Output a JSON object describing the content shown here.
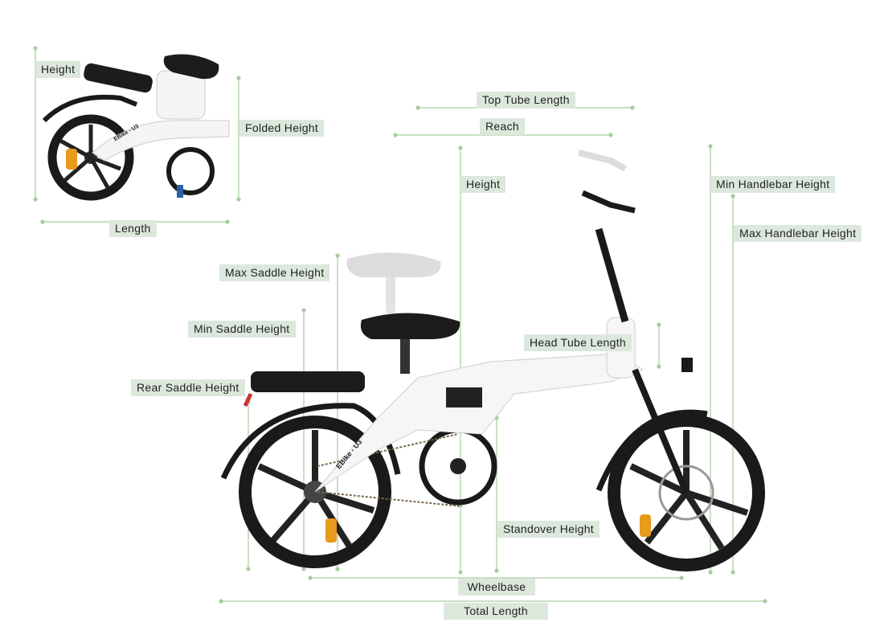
{
  "colors": {
    "label_bg": "#dde8dc",
    "line": "#a8cca0",
    "frame": "#f4f4f4",
    "tire": "#1a1a1a",
    "accent": "#e89a1c"
  },
  "folded": {
    "height": "Height",
    "folded_height": "Folded Height",
    "length": "Length",
    "brand": "EBike - U3"
  },
  "main": {
    "top_tube_length": "Top Tube Length",
    "reach": "Reach",
    "height": "Height",
    "min_handlebar_height": "Min Handlebar Height",
    "max_handlebar_height": "Max Handlebar Height",
    "max_saddle_height": "Max Saddle Height",
    "min_saddle_height": "Min Saddle Height",
    "head_tube_length": "Head Tube Length",
    "rear_saddle_height": "Rear Saddle Height",
    "standover_height": "Standover Height",
    "wheelbase": "Wheelbase",
    "total_length": "Total Length",
    "brand": "EBike - U3"
  }
}
